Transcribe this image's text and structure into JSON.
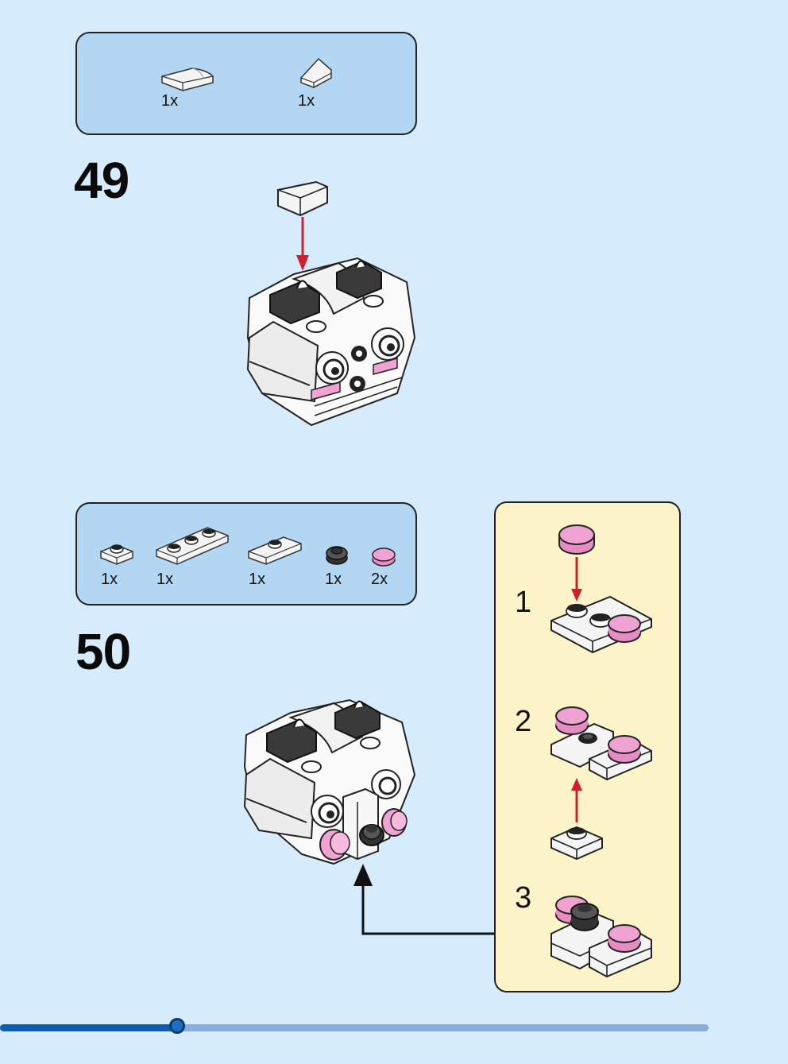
{
  "steps": [
    {
      "number": "49",
      "parts": [
        {
          "icon": "curved-slope-1x2-white-icon",
          "qty": "1x"
        },
        {
          "icon": "slope-1x1-white-icon",
          "qty": "1x"
        }
      ]
    },
    {
      "number": "50",
      "parts": [
        {
          "icon": "plate-1x1-white-icon",
          "qty": "1x"
        },
        {
          "icon": "plate-1x3-white-icon",
          "qty": "1x"
        },
        {
          "icon": "jumper-plate-1x2-white-icon",
          "qty": "1x"
        },
        {
          "icon": "round-plate-1x1-black-icon",
          "qty": "1x"
        },
        {
          "icon": "round-plate-1x1-pink-icon",
          "qty": "2x"
        }
      ],
      "substeps": [
        "1",
        "2",
        "3"
      ]
    }
  ],
  "colors": {
    "background": "#d6ebfb",
    "parts_box": "#b3d7f3",
    "callout": "#fdf3c9",
    "arrow_red": "#d0202c",
    "pink": "#f0a3d2",
    "progress": "#0b5fae"
  },
  "progress": {
    "value": 0.25
  }
}
